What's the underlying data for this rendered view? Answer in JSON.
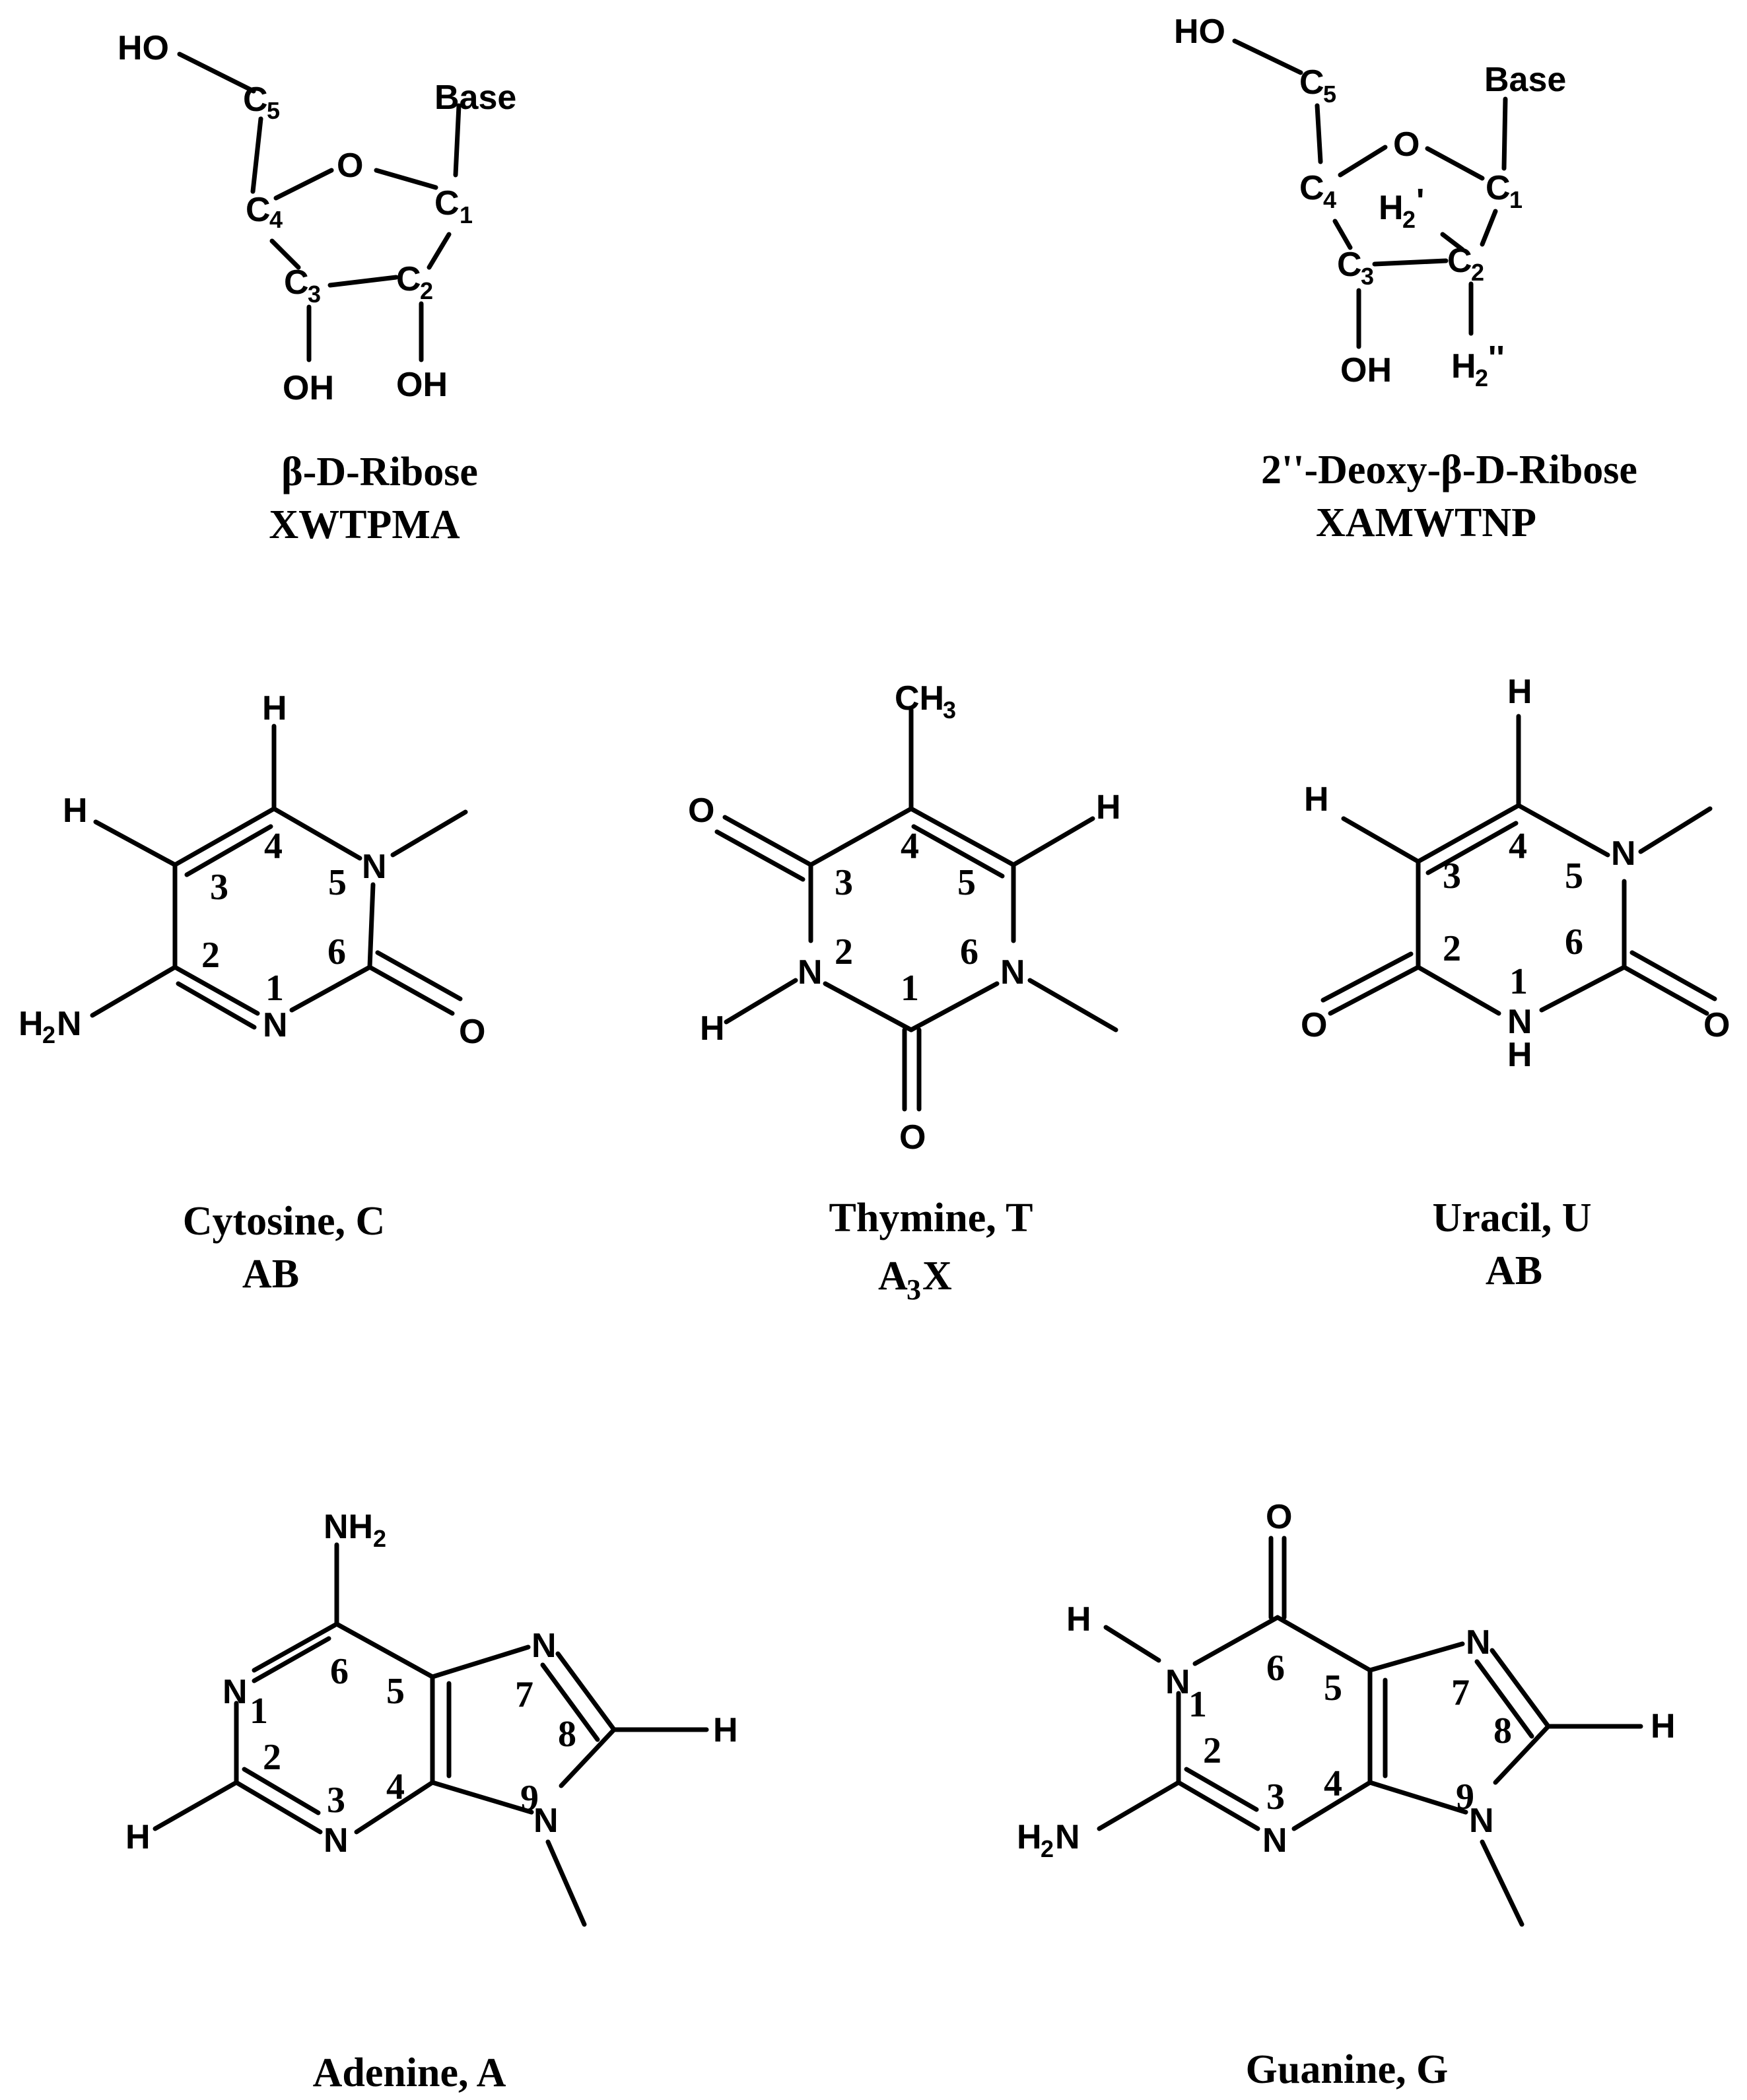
{
  "ribose": {
    "atoms": {
      "ho": "HO",
      "c5": "C",
      "c5_sub": "5",
      "base": "Base",
      "o": "O",
      "c4": "C",
      "c4_sub": "4",
      "c1": "C",
      "c1_sub": "1",
      "c3": "C",
      "c3_sub": "3",
      "c2": "C",
      "c2_sub": "2",
      "oh3": "OH",
      "oh2": "OH"
    },
    "caption_name": "β-D-Ribose",
    "caption_type": "XWTPMA"
  },
  "deoxyribose": {
    "atoms": {
      "ho": "HO",
      "c5": "C",
      "c5_sub": "5",
      "base": "Base",
      "o": "O",
      "c4": "C",
      "c4_sub": "4",
      "c1": "C",
      "c1_sub": "1",
      "h2p": "H",
      "h2p_sub": "2",
      "h2p_mark": "'",
      "c3": "C",
      "c3_sub": "3",
      "c2": "C",
      "c2_sub": "2",
      "oh3": "OH",
      "h2pp": "H",
      "h2pp_sub": "2",
      "h2pp_mark": "''"
    },
    "caption_name": "2''-Deoxy-β-D-Ribose",
    "caption_type": "XAMWTNP"
  },
  "cytosine": {
    "atoms": {
      "h4": "H",
      "h3": "H",
      "n5": "N",
      "h2n": "H",
      "h2n_sub": "2",
      "h2n_n": "N",
      "n1": "N",
      "o": "O"
    },
    "numbers": [
      "4",
      "3",
      "5",
      "2",
      "6",
      "1"
    ],
    "caption_name": "Cytosine, C",
    "caption_type": "AB"
  },
  "thymine": {
    "atoms": {
      "ch": "CH",
      "ch_sub": "3",
      "o3": "O",
      "h5": "H",
      "n2": "N",
      "n6": "N",
      "h": "H",
      "o1": "O"
    },
    "numbers": [
      "4",
      "3",
      "5",
      "2",
      "6",
      "1"
    ],
    "caption_name": "Thymine, T",
    "caption_type": "A",
    "caption_type_sub": "3",
    "caption_type_tail": "X"
  },
  "uracil": {
    "atoms": {
      "h4": "H",
      "h3": "H",
      "n5": "N",
      "o2": "O",
      "n1": "N",
      "h1": "H",
      "o6": "O"
    },
    "numbers": [
      "4",
      "3",
      "5",
      "2",
      "6",
      "1"
    ],
    "caption_name": "Uracil, U",
    "caption_type": "AB"
  },
  "adenine": {
    "atoms": {
      "nh": "NH",
      "nh_sub": "2",
      "n1": "N",
      "n7": "N",
      "h8": "H",
      "h2": "H",
      "n3": "N",
      "n9": "N"
    },
    "numbers": [
      "6",
      "5",
      "7",
      "1",
      "8",
      "2",
      "3",
      "4",
      "9"
    ],
    "caption_name": "Adenine, A"
  },
  "guanine": {
    "atoms": {
      "o": "O",
      "h1": "H",
      "n1": "N",
      "n7": "N",
      "h8": "H",
      "h2n": "H",
      "h2n_sub": "2",
      "h2n_n": "N",
      "n3": "N",
      "n9": "N"
    },
    "numbers": [
      "6",
      "5",
      "7",
      "1",
      "8",
      "2",
      "3",
      "4",
      "9"
    ],
    "caption_name": "Guanine, G"
  }
}
